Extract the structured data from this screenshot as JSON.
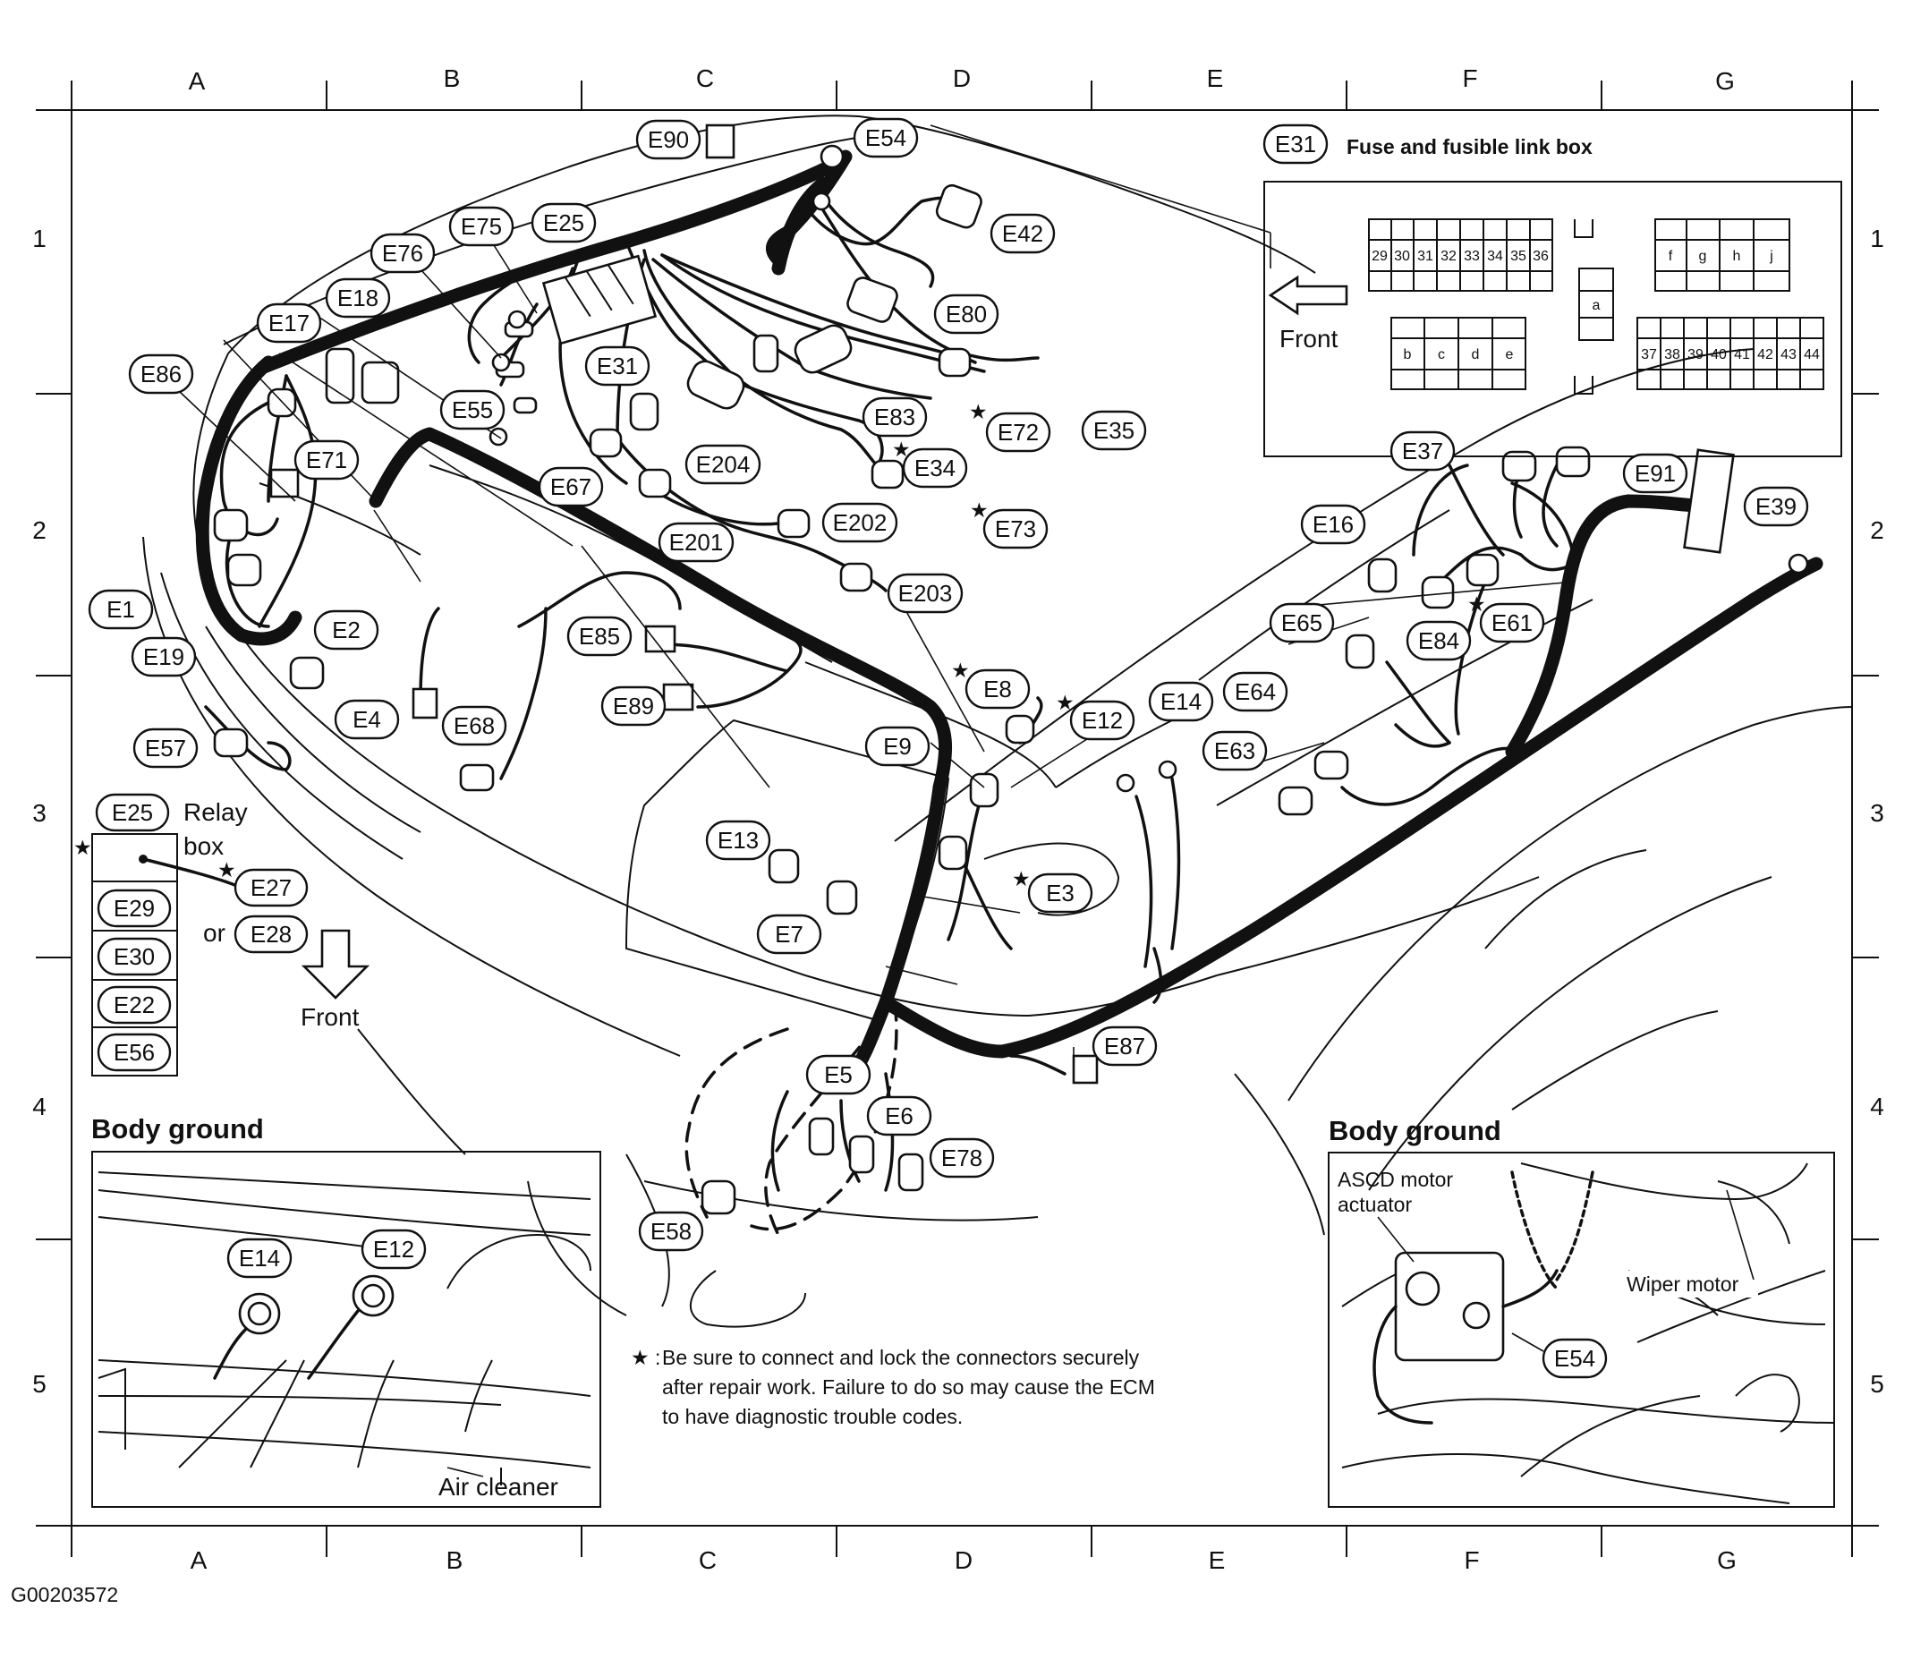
{
  "grid": {
    "columns": [
      "A",
      "B",
      "C",
      "D",
      "E",
      "F",
      "G"
    ],
    "rows": [
      "1",
      "2",
      "3",
      "4",
      "5"
    ]
  },
  "connectors": {
    "E1": "E1",
    "E2": "E2",
    "E3": "E3",
    "E4": "E4",
    "E5": "E5",
    "E6": "E6",
    "E7": "E7",
    "E8": "E8",
    "E9": "E9",
    "E12": "E12",
    "E13": "E13",
    "E14": "E14",
    "E16": "E16",
    "E17": "E17",
    "E18": "E18",
    "E19": "E19",
    "E25": "E25",
    "E31": "E31",
    "E34": "E34",
    "E35": "E35",
    "E37": "E37",
    "E39": "E39",
    "E42": "E42",
    "E54": "E54",
    "E55": "E55",
    "E57": "E57",
    "E58": "E58",
    "E61": "E61",
    "E63": "E63",
    "E64": "E64",
    "E65": "E65",
    "E67": "E67",
    "E68": "E68",
    "E71": "E71",
    "E72": "E72",
    "E73": "E73",
    "E75": "E75",
    "E76": "E76",
    "E78": "E78",
    "E80": "E80",
    "E83": "E83",
    "E84": "E84",
    "E85": "E85",
    "E86": "E86",
    "E87": "E87",
    "E89": "E89",
    "E90": "E90",
    "E91": "E91",
    "E201": "E201",
    "E202": "E202",
    "E203": "E203",
    "E204": "E204"
  },
  "fuse_box": {
    "label": "E31",
    "title": "Fuse and fusible link box",
    "front_label": "Front",
    "top_left_row": [
      "29",
      "30",
      "31",
      "32",
      "33",
      "34",
      "35",
      "36"
    ],
    "top_right_row": [
      "f",
      "g",
      "h",
      "j"
    ],
    "center_cell": "a",
    "bottom_left_row": [
      "b",
      "c",
      "d",
      "e"
    ],
    "bottom_right_row": [
      "37",
      "38",
      "39",
      "40",
      "41",
      "42",
      "43",
      "44"
    ]
  },
  "relay_box": {
    "label": "E25",
    "title_line1": "Relay",
    "title_line2": "box",
    "star": "★",
    "e27": "E27",
    "or_text": "or",
    "e28": "E28",
    "stack": [
      "E29",
      "E30",
      "E22",
      "E56"
    ],
    "front_label": "Front"
  },
  "body_ground_left": {
    "title": "Body ground",
    "e14": "E14",
    "e12": "E12",
    "air_cleaner": "Air cleaner"
  },
  "body_ground_right": {
    "title": "Body ground",
    "ascd_line1": "ASCD motor",
    "ascd_line2": "actuator",
    "wiper_motor": "Wiper motor",
    "e54": "E54"
  },
  "note": {
    "star": "★ :",
    "line1": "Be sure to connect and lock the connectors securely",
    "line2": "after repair work. Failure to do so may cause the ECM",
    "line3": "to have diagnostic trouble codes."
  },
  "figure_id": "G00203572"
}
